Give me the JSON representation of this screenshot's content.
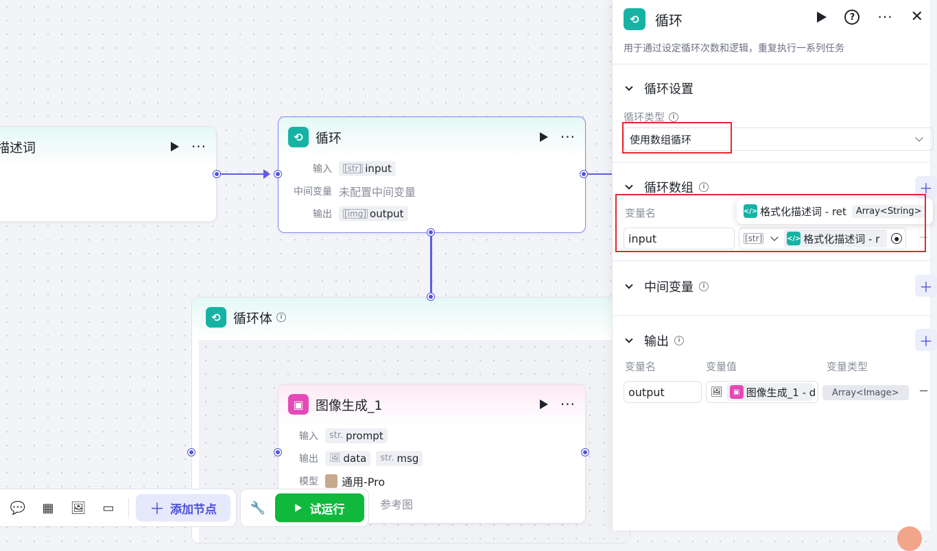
{
  "canvas": {
    "left_node": {
      "title_partial": "描述词"
    },
    "loop_node": {
      "title": "循环",
      "input_label": "输入",
      "input_type": "[str]",
      "input_value": "input",
      "mid_label": "中间变量",
      "mid_value": "未配置中间变量",
      "output_label": "输出",
      "output_type": "[img]",
      "output_value": "output"
    },
    "loop_body": {
      "title": "循环体"
    },
    "image_node": {
      "title": "图像生成_1",
      "input_label": "输入",
      "input_type": "str.",
      "input_value": "prompt",
      "output_label": "输出",
      "output_data": "data",
      "output_type2": "str.",
      "output_msg": "msg",
      "model_label": "模型",
      "model_value": "通用-Pro",
      "ref_partial": "参考图"
    }
  },
  "toolbar": {
    "add_node": "添加节点",
    "run": "试运行"
  },
  "panel": {
    "title": "循环",
    "description": "用于通过设定循环次数和逻辑，重复执行一系列任务",
    "loop_settings": {
      "section_title": "循环设置",
      "type_label": "循环类型",
      "type_value": "使用数组循环"
    },
    "loop_array": {
      "section_title": "循环数组",
      "var_name_label": "变量名",
      "var_name": "input",
      "ref_type": "[str]",
      "ref_value": "格式化描述词 - r",
      "tooltip_source": "格式化描述词 - ret",
      "tooltip_type": "Array<String>"
    },
    "mid_vars": {
      "section_title": "中间变量"
    },
    "output": {
      "section_title": "输出",
      "col_name": "变量名",
      "col_value": "变量值",
      "col_type": "变量类型",
      "var_name": "output",
      "ref_value": "图像生成_1 - d",
      "var_type": "Array<Image>"
    }
  }
}
